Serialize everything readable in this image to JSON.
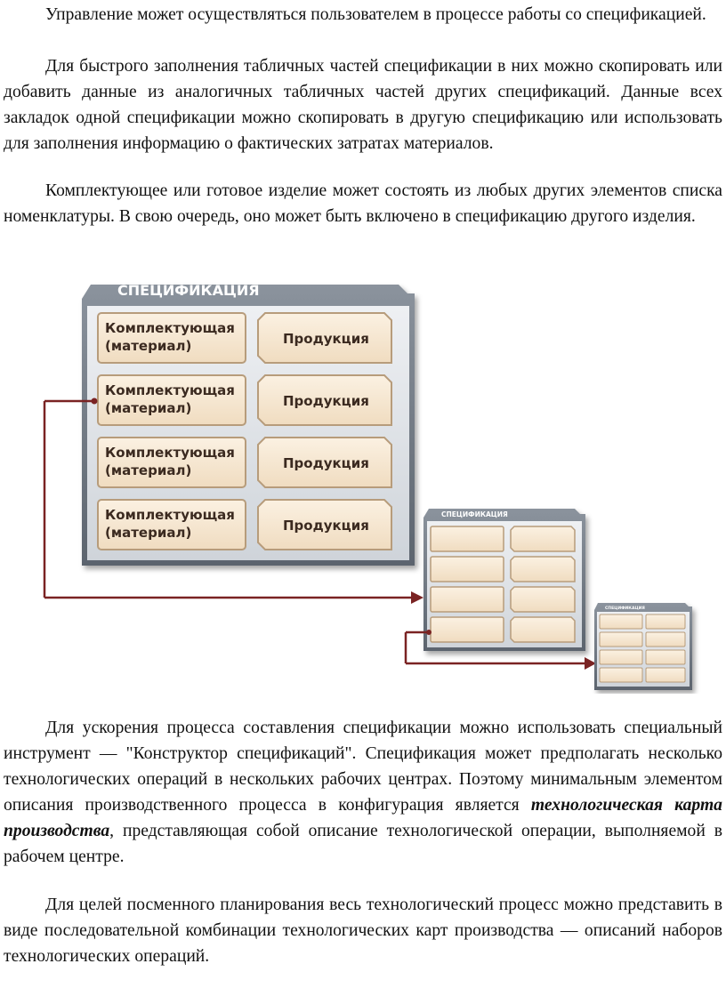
{
  "paragraphs": {
    "p1": "Управление может осуществляться пользователем в процессе работы со спецификацией.",
    "p2": "Для быстрого заполнения табличных частей спецификации в них можно скопировать или добавить данные из аналогичных табличных частей других спецификаций. Данные всех закладок одной спецификации можно скопировать в другую спецификацию или использовать для заполнения информацию о фактических затратах материалов.",
    "p3": "Комплектующее или готовое изделие может состоять из любых других элементов списка номенклатуры. В свою очередь, оно может быть включено в спецификацию другого изделия.",
    "p4_before": "Для ускорения процесса составления спецификации можно использовать специальный инструмент — \"Конструктор спецификаций\". Спецификация может предполагать несколько технологических операций в нескольких рабочих центрах. Поэтому минимальным элементом описания производственного процесса в конфигурация является ",
    "p4_emph": "технологическая карта производства",
    "p4_after": ", представляющая собой описание технологической операции, выполняемой в рабочем центре.",
    "p5": "Для целей посменного планирования весь технологический процесс можно представить в виде последовательной комбинации технологических карт производства — описаний наборов технологических операций."
  },
  "diagram": {
    "main_title": "СПЕЦИФИКАЦИЯ",
    "small_title": "СПЕЦИФИКАЦИЯ",
    "tiny_title": "СПЕЦИФИКАЦИЯ",
    "component_line1": "Комплектующая",
    "component_line2": "(материал)",
    "product_label": "Продукция",
    "colors": {
      "frame_dark": "#6f7781",
      "frame_light": "#dfe3e8",
      "inner": "#c7ccd3",
      "card": "#f6e6cf",
      "card_border": "#b79c7b",
      "arrow": "#7a2323",
      "title_text": "#ffffff",
      "card_text": "#3b2a20"
    }
  }
}
